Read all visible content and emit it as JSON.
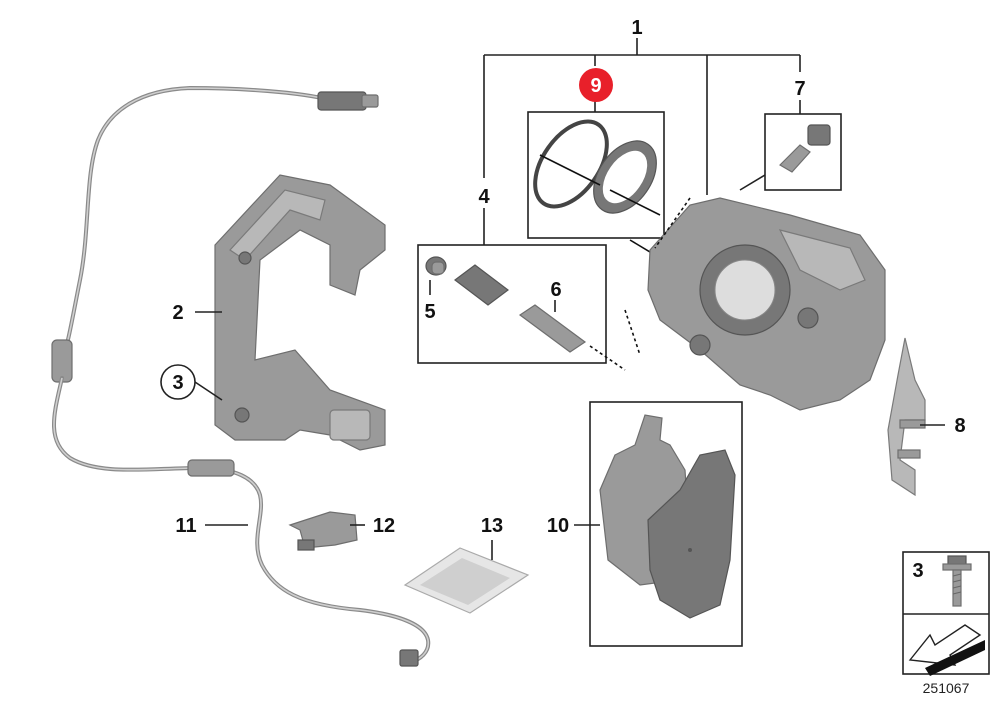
{
  "labels": {
    "l1": "1",
    "l2": "2",
    "l3": "3",
    "l4": "4",
    "l5": "5",
    "l6": "6",
    "l7": "7",
    "l8": "8",
    "l9": "9",
    "l10": "10",
    "l11": "11",
    "l12": "12",
    "l13": "13",
    "legend_number": "3"
  },
  "catalog_number": "251067",
  "colors": {
    "highlight": "#e8202a",
    "part": "#9a9a9a",
    "line": "#222222"
  },
  "icons": {
    "bolt": "bolt-icon",
    "arrow": "tighten-arrow-icon"
  }
}
